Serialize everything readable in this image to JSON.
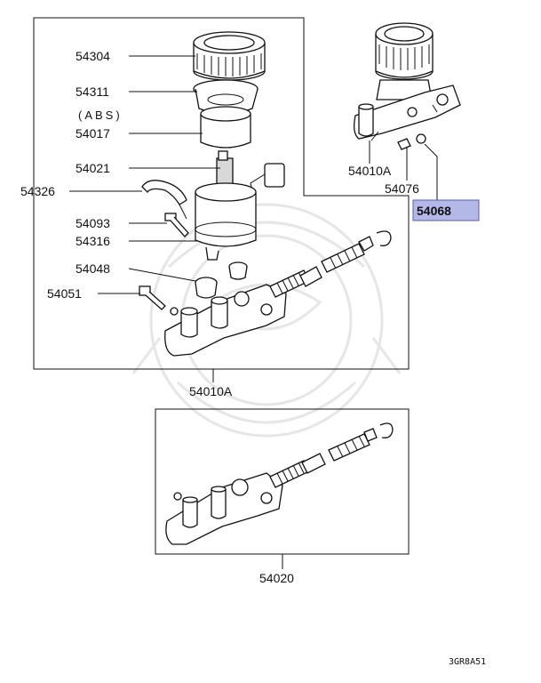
{
  "diagram": {
    "labels": {
      "p54304": "54304",
      "p54311": "54311",
      "abs_note": "(ABS)",
      "p54017": "54017",
      "p54021": "54021",
      "p54326": "54326",
      "p54093": "54093",
      "p54316": "54316",
      "p54048": "54048",
      "p54051": "54051",
      "assy_main": "54010A",
      "assy_small": "54010A",
      "p54076": "54076",
      "p54068": "54068",
      "p54020": "54020"
    },
    "highlight_color": "#b4b8e6",
    "highlight_border": "#5a5ea8",
    "figure_code": "3GR8A51"
  }
}
